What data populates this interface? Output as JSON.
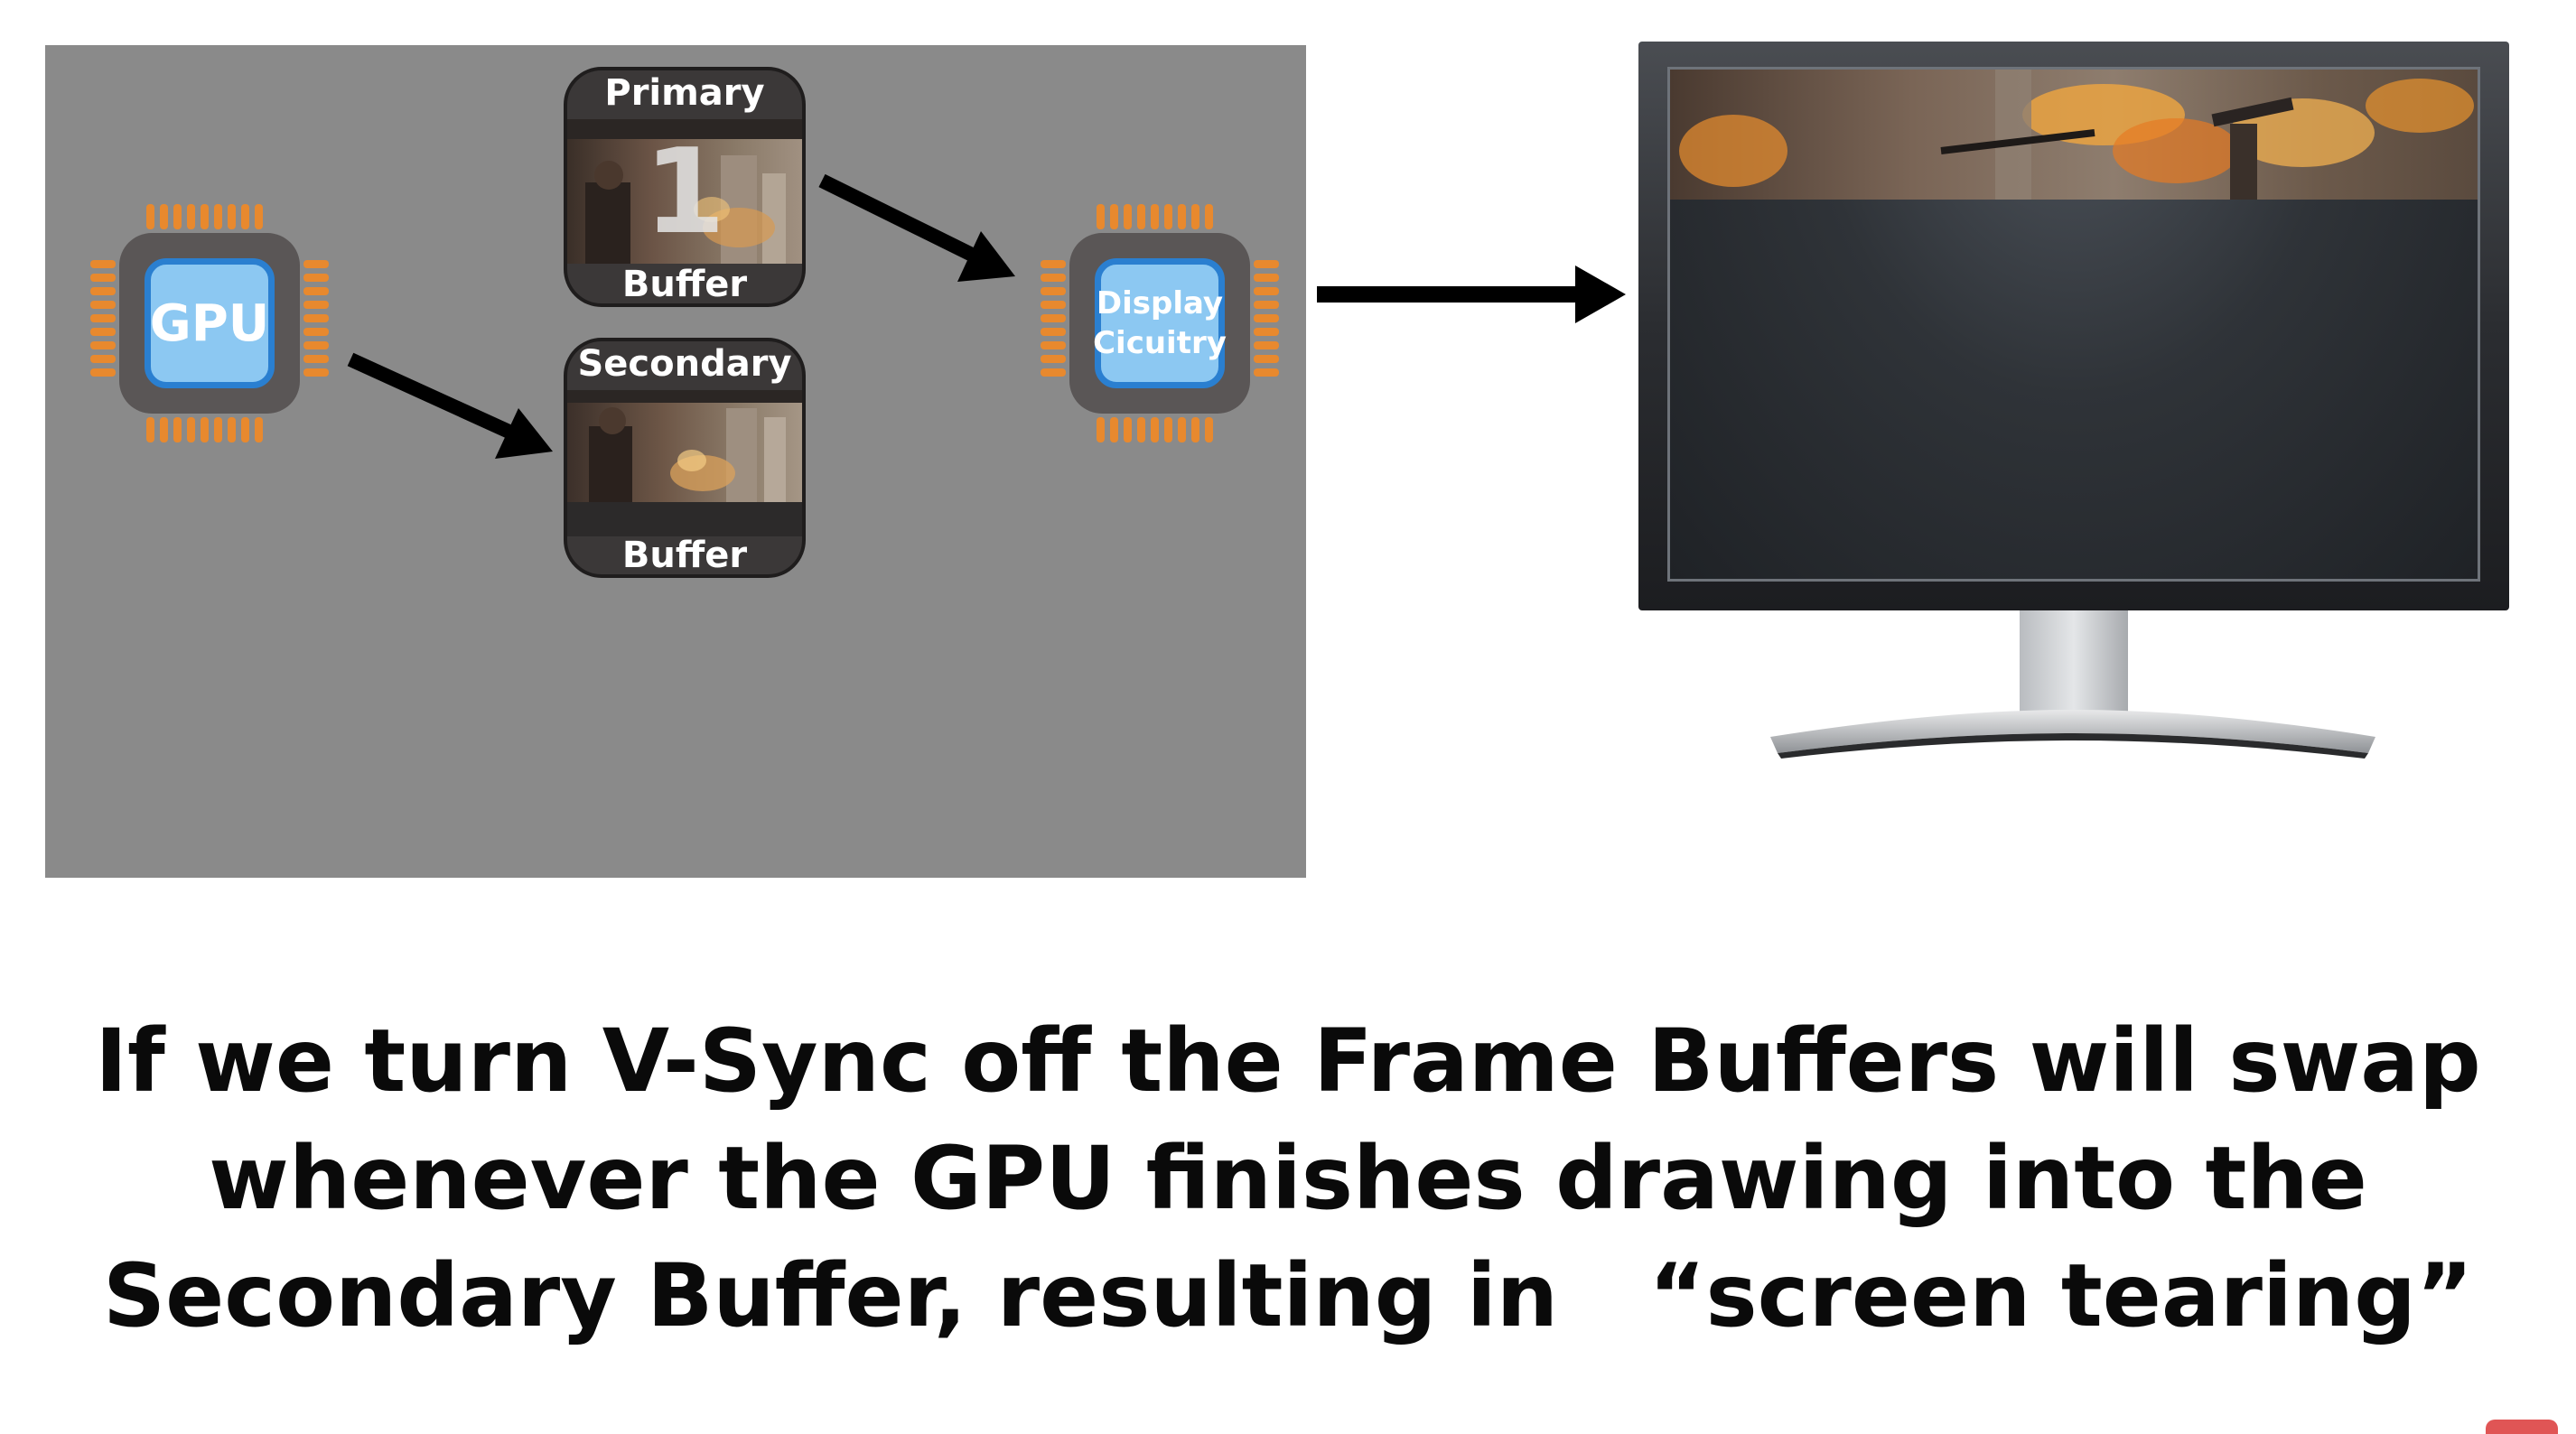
{
  "diagram": {
    "gpu_chip": {
      "label": "GPU"
    },
    "display_chip": {
      "label_line1": "Display",
      "label_line2": "Cicuitry"
    },
    "primary_buffer": {
      "top_label": "Primary",
      "number": "1",
      "bottom_label": "Buffer"
    },
    "secondary_buffer": {
      "top_label": "Secondary",
      "bottom_label": "Buffer"
    }
  },
  "caption": {
    "line1": "If we turn V-Sync off the Frame Buffers will swap",
    "line2": "whenever the GPU finishes drawing into the",
    "line3": "Secondary Buffer, resulting in   “screen tearing”"
  },
  "colors": {
    "panel": "#8a8a8a",
    "chip_body": "#5a5656",
    "chip_core": "#8cc8f2",
    "chip_core_border": "#2a7fd0",
    "chip_pins": "#e8892e",
    "text": "#0a0a0a"
  }
}
